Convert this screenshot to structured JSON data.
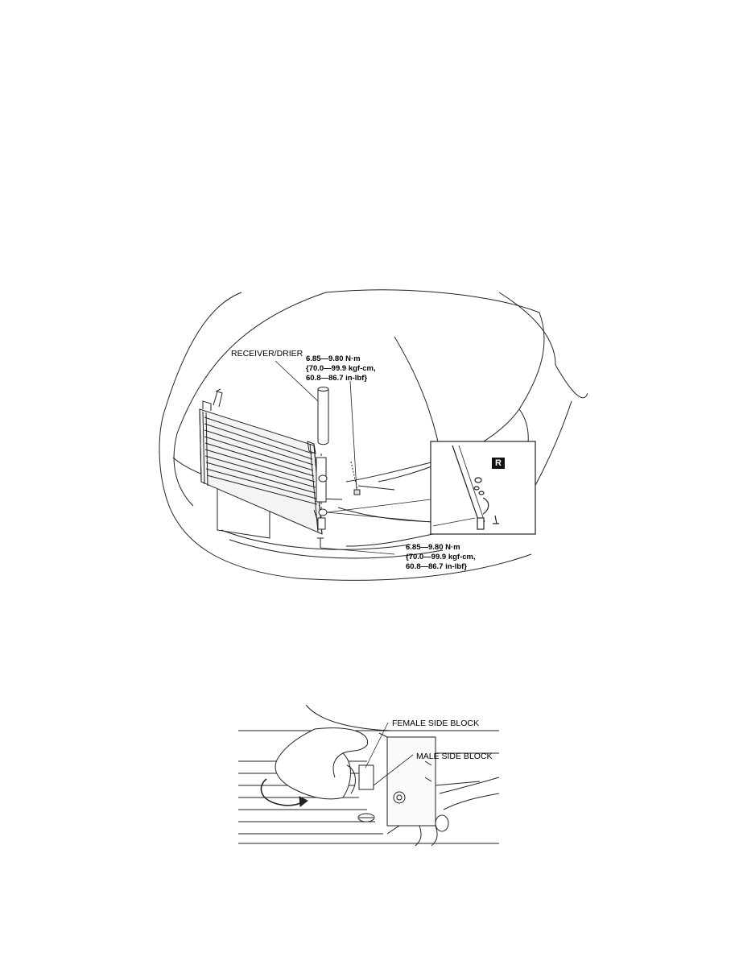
{
  "figure_receiver": {
    "label_component": "RECEIVER/DRIER",
    "torque_upper": [
      "6.85—9.80 N·m",
      "{70.0—99.9 kgf-cm,",
      "60.8—86.7 in-lbf}"
    ],
    "torque_lower": [
      "6.85—9.80 N·m",
      "{70.0—99.9 kgf-cm,",
      "60.8—86.7 in-lbf}"
    ],
    "replace_mark": "R"
  },
  "figure_block": {
    "label_female": "FEMALE SIDE BLOCK",
    "label_male": "MALE SIDE BLOCK"
  }
}
